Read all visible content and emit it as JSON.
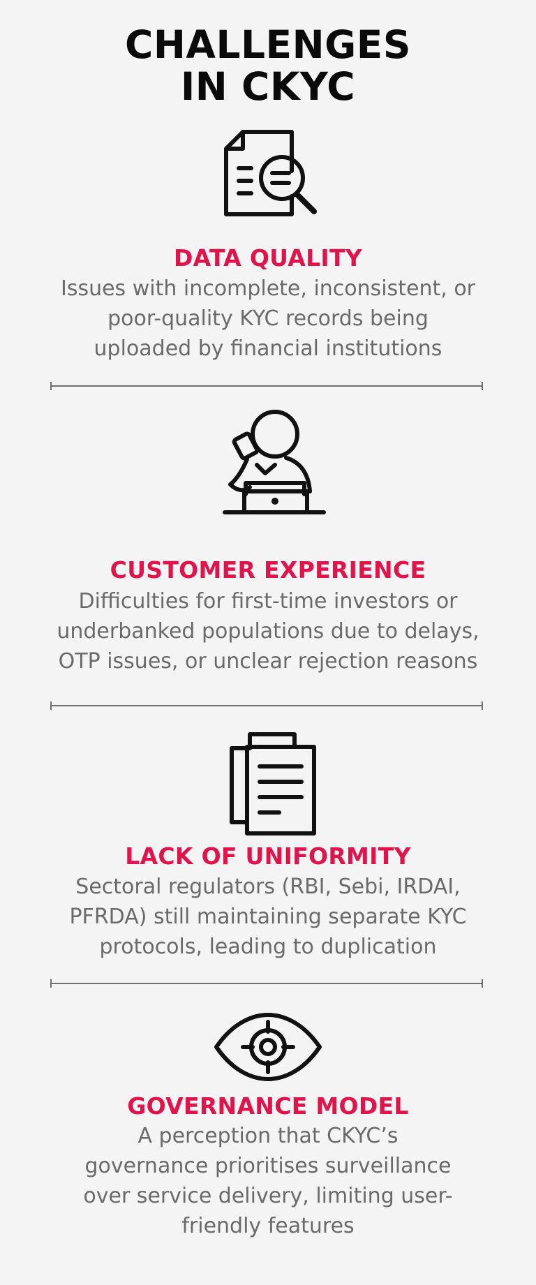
{
  "title": {
    "line1": "CHALLENGES",
    "line2": "IN CKYC"
  },
  "sections": [
    {
      "icon": "document-search-icon",
      "heading": "DATA QUALITY",
      "lines": [
        "Issues with incomplete, inconsistent, or",
        "poor-quality KYC records being",
        "uploaded by financial institutions"
      ]
    },
    {
      "icon": "person-laptop-phone-icon",
      "heading": "CUSTOMER EXPERIENCE",
      "lines": [
        "Difficulties for first-time investors or",
        "underbanked populations due to delays,",
        "OTP issues, or unclear rejection reasons"
      ]
    },
    {
      "icon": "duplicate-documents-icon",
      "heading": "LACK OF UNIFORMITY",
      "lines": [
        "Sectoral regulators (RBI, Sebi, IRDAI,",
        "PFRDA) still maintaining separate KYC",
        "protocols, leading to duplication"
      ]
    },
    {
      "icon": "eye-target-icon",
      "heading": "GOVERNANCE MODEL",
      "lines": [
        "A perception that CKYC’s",
        "governance prioritises surveillance",
        "over service delivery, limiting user-",
        "friendly features"
      ]
    }
  ],
  "colors": {
    "background": "#f4f4f4",
    "title": "#0a0a0a",
    "heading": "#e0134a",
    "body": "#6a6a6a",
    "divider": "#707070"
  }
}
